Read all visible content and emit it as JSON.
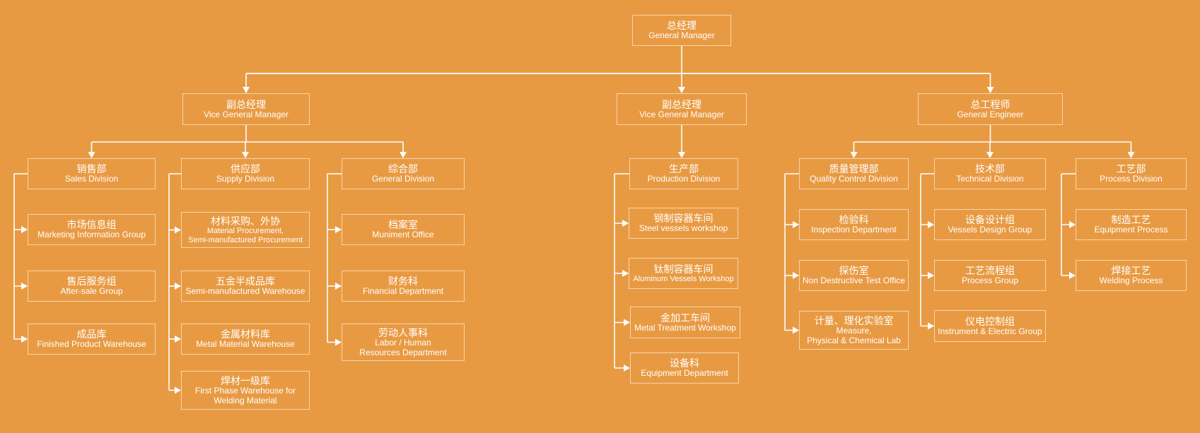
{
  "chart_data": {
    "type": "org-chart",
    "nodes": {
      "gm": {
        "zh": "总经理",
        "en": "General Manager"
      },
      "vgm1": {
        "zh": "副总经理",
        "en": "Vice General Manager"
      },
      "vgm2": {
        "zh": "副总经理",
        "en": "Vice General Manager"
      },
      "ge": {
        "zh": "总工程师",
        "en": "General Engineer"
      },
      "sales": {
        "zh": "销售部",
        "en": "Sales Division"
      },
      "supply": {
        "zh": "供应部",
        "en": "Supply Division"
      },
      "general": {
        "zh": "综合部",
        "en": "General Division"
      },
      "production": {
        "zh": "生产部",
        "en": "Production Division"
      },
      "quality": {
        "zh": "质量管理部",
        "en": "Quality Control Division"
      },
      "technical": {
        "zh": "技术部",
        "en": "Technical Division"
      },
      "process": {
        "zh": "工艺部",
        "en": "Process Division"
      },
      "marketing": {
        "zh": "市场信息组",
        "en": "Marketing Information Group"
      },
      "aftersale": {
        "zh": "售后服务组",
        "en": "After-sale Group"
      },
      "finished": {
        "zh": "成品库",
        "en": "Finished Product Warehouse"
      },
      "procure": {
        "zh": "材料采购、外协",
        "en": "Material Procurement,\nSemi-manufactured Procurement"
      },
      "semi": {
        "zh": "五金半成品库",
        "en": "Semi-manufactured Warehouse"
      },
      "metal": {
        "zh": "金属材料库",
        "en": "Metal Material Warehouse"
      },
      "welding_wh": {
        "zh": "焊材一级库",
        "en": "First Phase Warehouse for\nWelding Material"
      },
      "muniment": {
        "zh": "档案室",
        "en": "Muniment Office"
      },
      "financial": {
        "zh": "财务科",
        "en": "Financial Department"
      },
      "labor": {
        "zh": "劳动人事科",
        "en": "Labor / Human\nResources Department"
      },
      "steel": {
        "zh": "钢制容器车间",
        "en": "Steel vessels workshop"
      },
      "aluminum": {
        "zh": "钛制容器车间",
        "en": "Aluminum Vessels Workshop"
      },
      "metaltreat": {
        "zh": "金加工车间",
        "en": "Metal Treatment Workshop"
      },
      "equipment": {
        "zh": "设备科",
        "en": "Equipment Department"
      },
      "inspection": {
        "zh": "检验科",
        "en": "Inspection Department"
      },
      "ndt": {
        "zh": "探伤室",
        "en": "Non Destructive Test Office"
      },
      "lab": {
        "zh": "计量、理化实验室",
        "en": "Measure,\nPhysical & Chemical Lab"
      },
      "vdesign": {
        "zh": "设备设计组",
        "en": "Vessels Design Group"
      },
      "pflow": {
        "zh": "工艺流程组",
        "en": "Process Group"
      },
      "instrument": {
        "zh": "仪电控制组",
        "en": "Instrument & Electric Group"
      },
      "equipproc": {
        "zh": "制造工艺",
        "en": "Equipment Process"
      },
      "weldproc": {
        "zh": "焊接工艺",
        "en": "Welding Process"
      }
    }
  }
}
